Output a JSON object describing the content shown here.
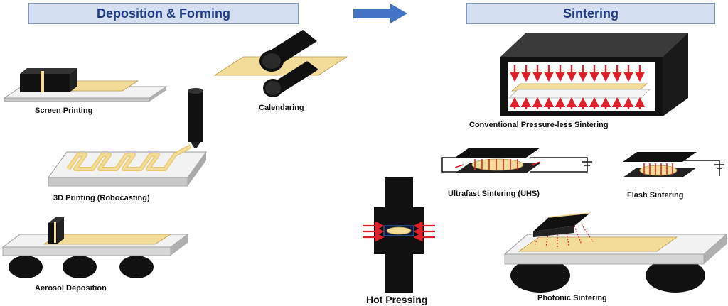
{
  "headers": {
    "deposition": "Deposition & Forming",
    "sintering": "Sintering"
  },
  "labels": {
    "screen_printing": "Screen Printing",
    "calendaring": "Calendaring",
    "printing_3d": "3D Printing (Robocasting)",
    "aerosol": "Aerosol Deposition",
    "conventional": "Conventional Pressure-less Sintering",
    "uhs": "Ultrafast Sintering (UHS)",
    "flash": "Flash Sintering",
    "hot_pressing": "Hot Pressing",
    "photonic": "Photonic Sintering"
  },
  "colors": {
    "header_fill": "#d4dff1",
    "header_text": "#1f3b82",
    "arrow": "#4472c4",
    "material": "#f2dc9a",
    "equipment": "#111111",
    "heat": "#e0202a",
    "substrate": "#f2f2f2"
  }
}
